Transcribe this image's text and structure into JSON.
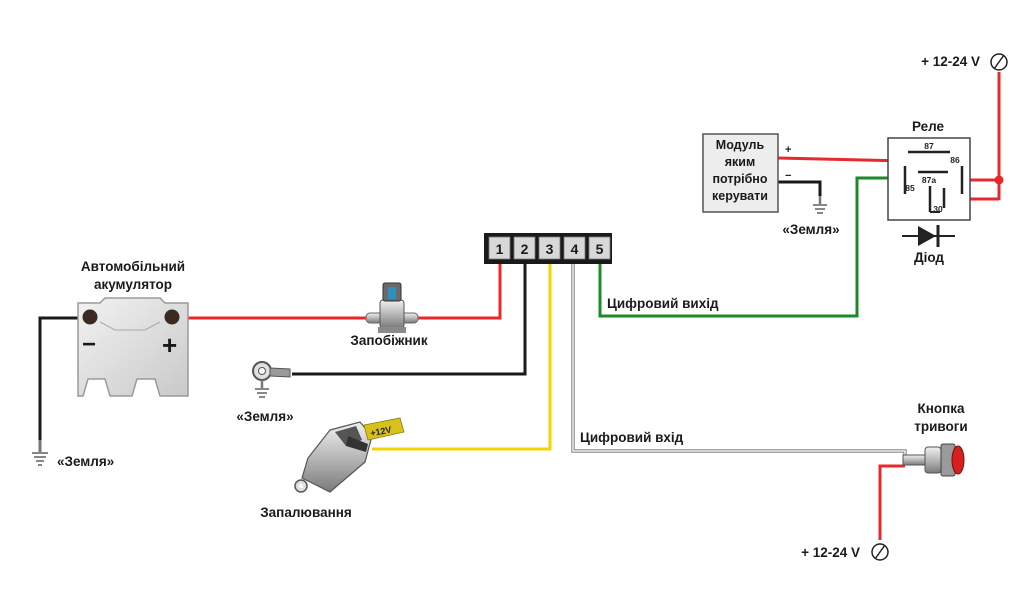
{
  "labels": {
    "battery_line1": "Автомобільний",
    "battery_line2": "акумулятор",
    "battery_minus": "−",
    "battery_plus": "+",
    "ground_battery": "«Земля»",
    "fuse": "Запобіжник",
    "ground_mid": "«Земля»",
    "ignition": "Запалювання",
    "ignition_tag": "+12V",
    "digital_out": "Цифровий вихід",
    "digital_in": "Цифровий вхід",
    "module_line1": "Модуль",
    "module_line2": "яким",
    "module_line3": "потрібно",
    "module_line4": "керувати",
    "module_plus": "+",
    "module_minus": "−",
    "ground_module": "«Земля»",
    "relay": "Реле",
    "relay_pin_87": "87",
    "relay_pin_86": "86",
    "relay_pin_85": "85",
    "relay_pin_87a": "87a",
    "relay_pin_30": "30",
    "diode": "Діод",
    "power_top": "+ 12-24 V",
    "power_bottom": "+ 12-24 V",
    "button_line1": "Кнопка",
    "button_line2": "тривоги"
  },
  "terminals": [
    "1",
    "2",
    "3",
    "4",
    "5"
  ],
  "colors": {
    "red_wire": "#e8282b",
    "black_wire": "#1a1a1a",
    "yellow_wire": "#f2d500",
    "green_wire": "#1d8a2a",
    "gray_wire": "#8a8a8a",
    "ignition_tag": "#d6c21a"
  }
}
